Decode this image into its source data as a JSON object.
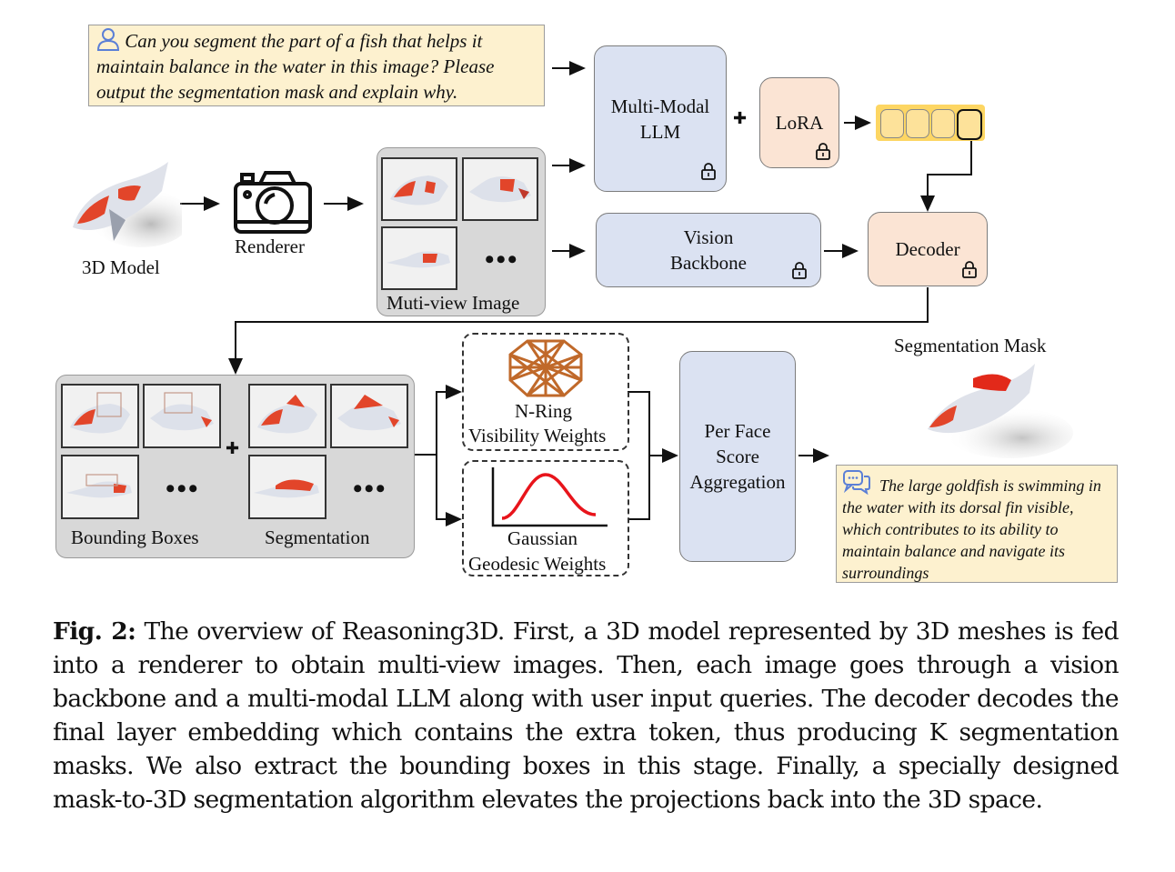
{
  "figure": {
    "query": {
      "icon": "user-icon",
      "text": "Can you segment the part of a fish that helps it maintain balance in the water in this image? Please output the segmentation mask and explain why."
    },
    "input": {
      "model_label": "3D Model",
      "renderer_label": "Renderer",
      "renderer_icon": "camera-icon",
      "multiview_label": "Muti-view Image",
      "ellipsis": "•••"
    },
    "modules": {
      "llm_line1": "Multi-Modal",
      "llm_line2": "LLM",
      "lora": "LoRA",
      "vision_line1": "Vision",
      "vision_line2": "Backbone",
      "decoder": "Decoder",
      "plus": "✚",
      "lock_icon": "lock-icon",
      "token_count": 4
    },
    "stage2": {
      "bbox_label": "Bounding Boxes",
      "seg_label": "Segmentation",
      "ellipsis": "•••",
      "nring_line1": "N-Ring",
      "nring_line2": "Visibility Weights",
      "gauss_line1": "Gaussian",
      "gauss_line2": "Geodesic Weights",
      "agg_line1": "Per Face",
      "agg_line2": "Score",
      "agg_line3": "Aggregation"
    },
    "output": {
      "mask_label": "Segmentation Mask",
      "answer_icon": "chat-icon",
      "answer": "The large goldfish is swimming in the water with its dorsal fin visible, which contributes to its ability to maintain balance and navigate its surroundings"
    }
  },
  "caption": {
    "label": "Fig. 2:",
    "text": " The overview of Reasoning3D. First, a 3D model represented by 3D meshes is fed into a renderer to obtain multi-view images. Then, each image goes through a vision backbone and a multi-modal LLM along with user input queries. The decoder decodes the final layer embedding which contains the extra token, thus producing K segmentation masks. We also extract the bounding boxes in this stage. Finally, a specially designed mask-to-3D segmentation algorithm elevates the projections back into the 3D space."
  },
  "colors": {
    "query_bg": "#fdf1cf",
    "module_blue": "#dbe2f2",
    "module_peach": "#fbe4d4",
    "token_bar": "#fdd663",
    "mesh": "#c0692a",
    "gaussian": "#e8141b",
    "fish_red": "#e23b1f"
  }
}
